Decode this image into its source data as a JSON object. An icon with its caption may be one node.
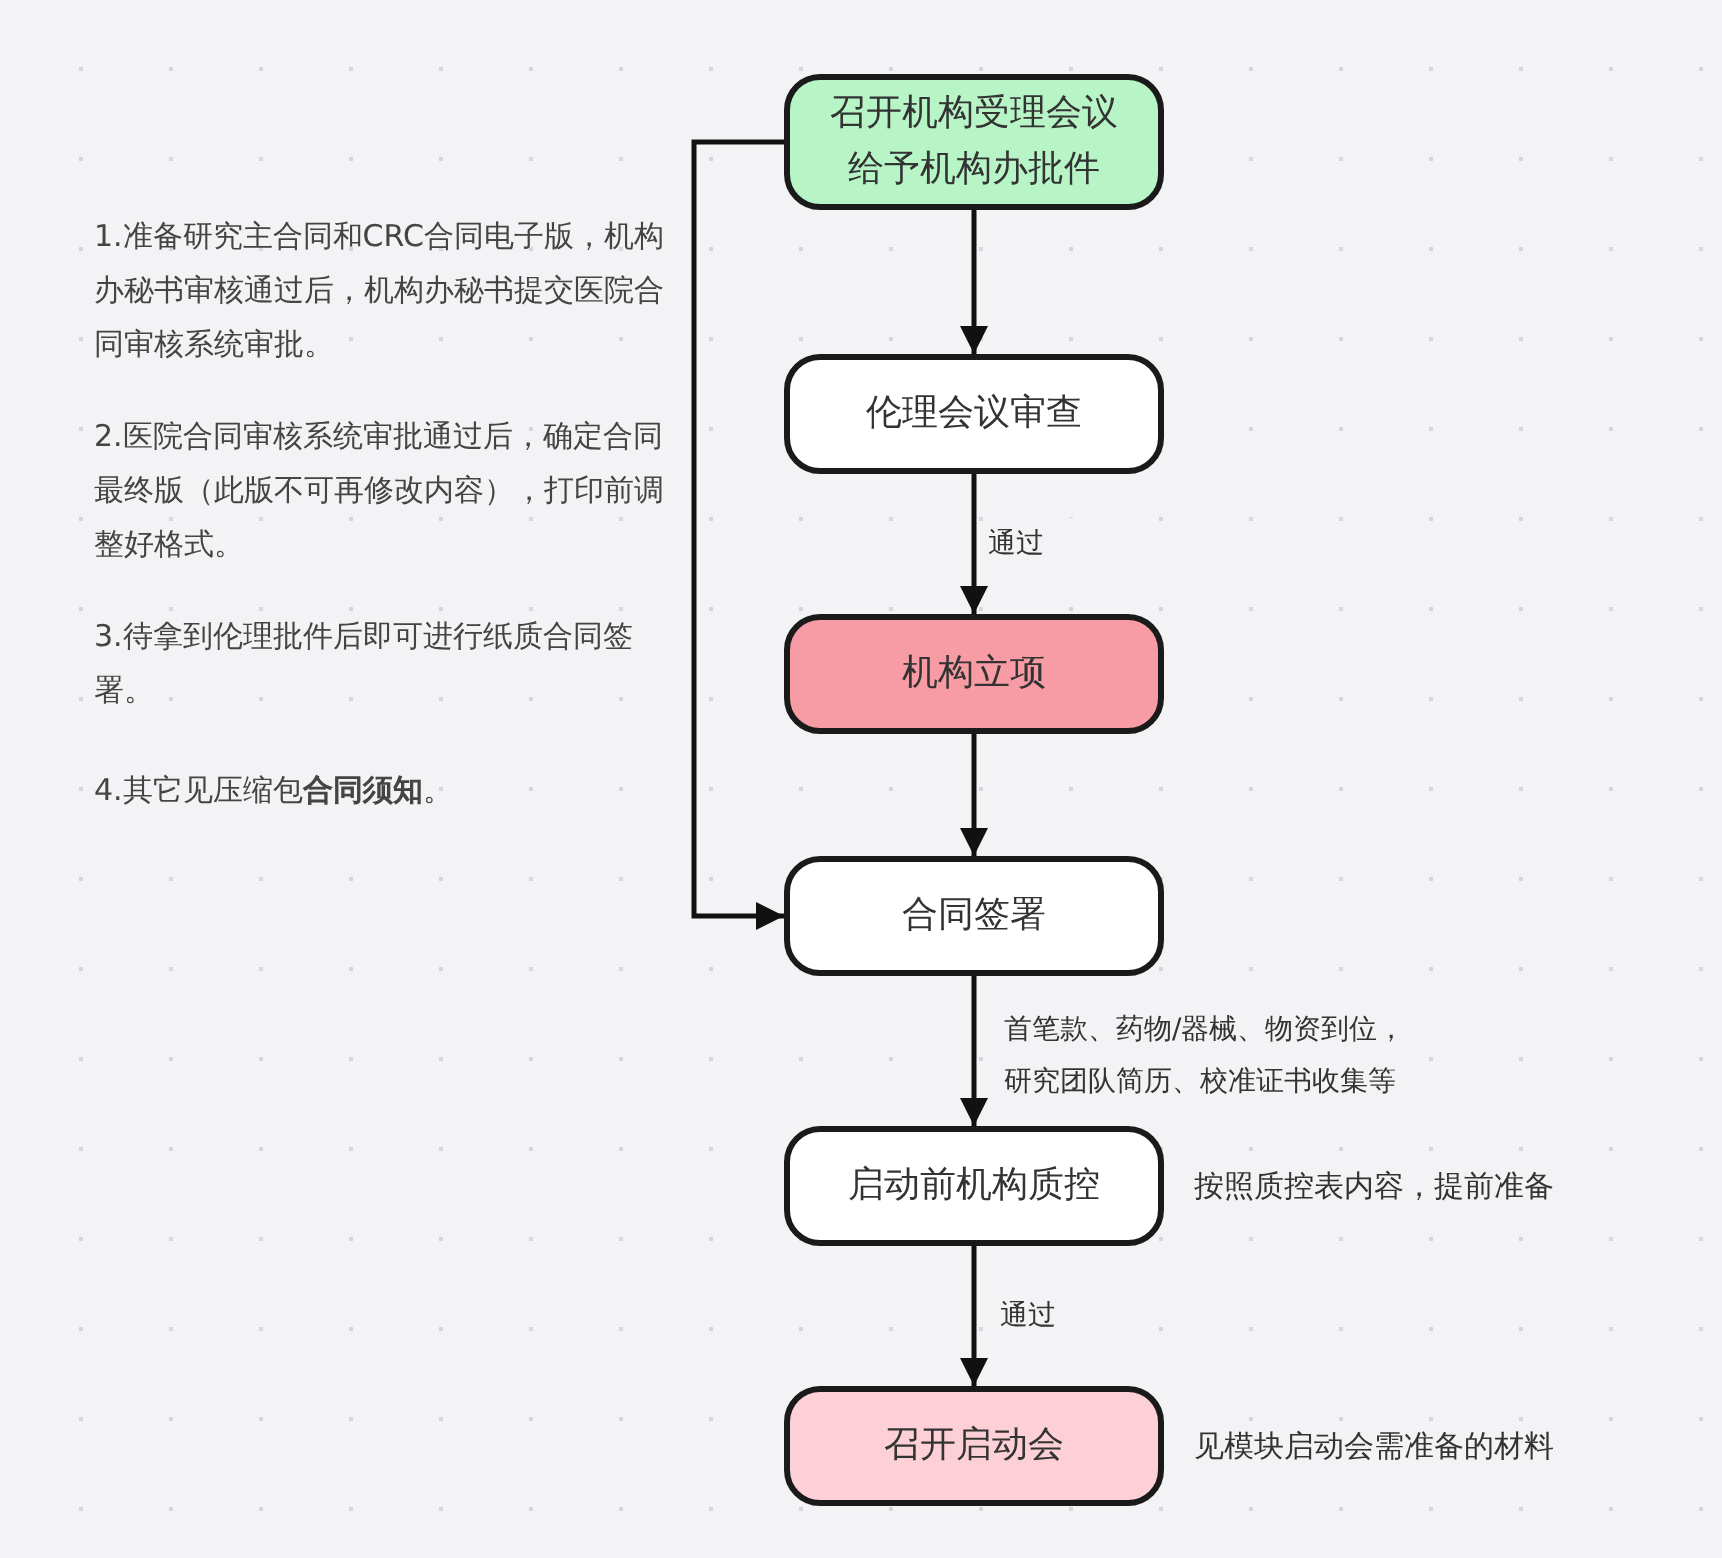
{
  "diagram": {
    "nodes": [
      {
        "text": [
          "召开机构受理会议给予机构办批件"
        ]
      },
      {
        "text": [
          "伦理会议审查"
        ]
      },
      {
        "text": [
          "机构立项"
        ]
      },
      {
        "text": [
          "合同签署"
        ]
      },
      {
        "text": [
          "启动前机构质控"
        ],
        "beside": [
          "按照质控表内容，提前准备"
        ]
      },
      {
        "text": [
          "召开启动会"
        ],
        "beside": [
          "见模块启动会需准备的材料"
        ]
      }
    ],
    "edges": [
      {
        "from": 0,
        "to": 1,
        "arrow": "to"
      },
      {
        "from": 1,
        "to": 2,
        "arrow": "to",
        "label": "通过"
      },
      {
        "from": 2,
        "to": 3,
        "arrow": "to"
      },
      {
        "from": 0,
        "to": 3,
        "arrow": "to"
      },
      {
        "from": 3,
        "to": 4,
        "arrow": "to",
        "label": "首笔款、药物/器械、物资到位，研究团队简历、校准证书收集等"
      },
      {
        "from": 4,
        "to": 5,
        "arrow": "to",
        "label": "通过"
      }
    ],
    "labels": [
      "1.准备研究主合同和CRC合同电子版，机构办秘书审核通过后，机构办秘书提交医院合同审核系统审批。",
      "2.医院合同审核系统审批通过后，确定合同最终版（此版不可再修改内容），打印前调整好格式。",
      "3.待拿到伦理批件后即可进行纸质合同签署。",
      "4.其它见压缩包**合同须知**。"
    ]
  }
}
